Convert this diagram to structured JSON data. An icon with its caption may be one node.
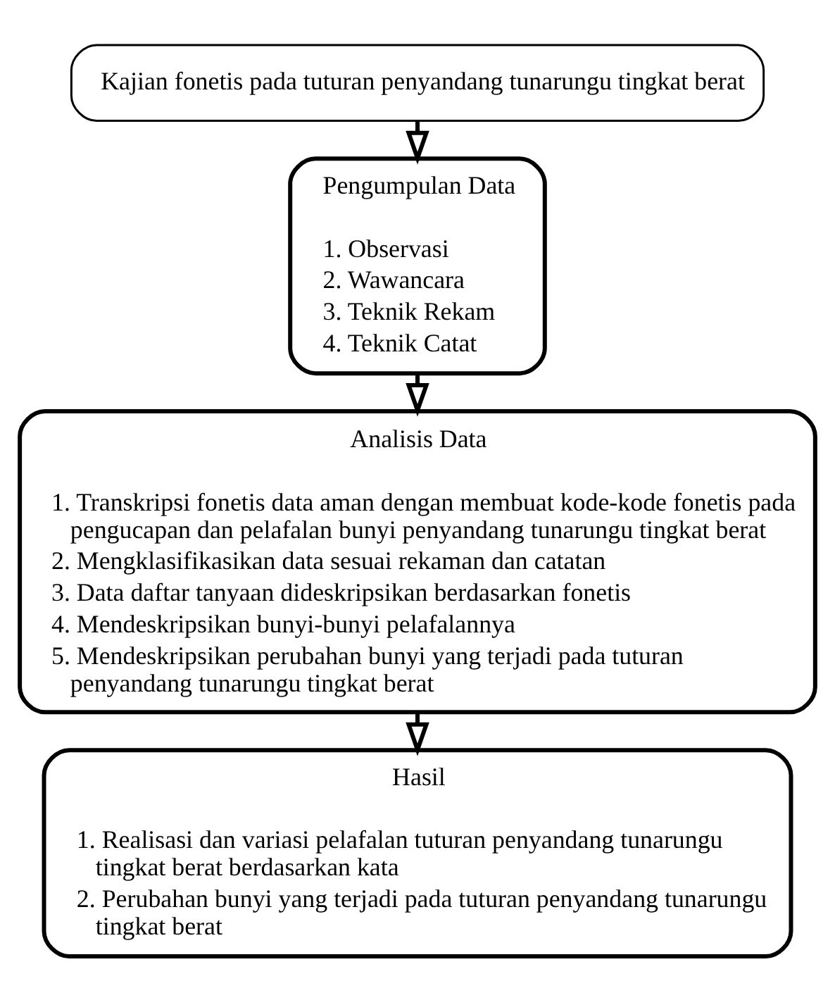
{
  "diagram": {
    "nodes": [
      {
        "text": [
          "Kajian fonetis pada tuturan penyandang tunarungu tingkat berat"
        ]
      },
      {
        "text": [
          "Pengumpulan Data",
          "1. Observasi",
          "2. Wawancara",
          "3. Teknik Rekam",
          "4. Teknik Catat"
        ]
      },
      {
        "text": [
          "Analisis Data",
          "1. Transkripsi fonetis data aman dengan membuat kode-kode fonetis pada pengucapan dan pelafalan bunyi penyandang tunarungu tingkat berat",
          "2. Mengklasifikasikan data sesuai rekaman dan catatan",
          "3. Data daftar tanyaan dideskripsikan berdasarkan fonetis",
          "4. Mendeskripsikan bunyi-bunyi pelafalannya",
          "5. Mendeskripsikan perubahan bunyi yang terjadi pada tuturan penyandang tunarungu tingkat berat"
        ]
      },
      {
        "text": [
          "Hasil",
          "1. Realisasi dan variasi pelafalan tuturan penyandang tunarungu tingkat berat berdasarkan kata",
          "2. Perubahan bunyi yang terjadi pada tuturan penyandang tunarungu tingkat berat"
        ]
      }
    ],
    "edges": [
      {
        "from": 0,
        "to": 1,
        "arrow": "to"
      },
      {
        "from": 1,
        "to": 2,
        "arrow": "to"
      },
      {
        "from": 2,
        "to": 3,
        "arrow": "to"
      }
    ]
  }
}
